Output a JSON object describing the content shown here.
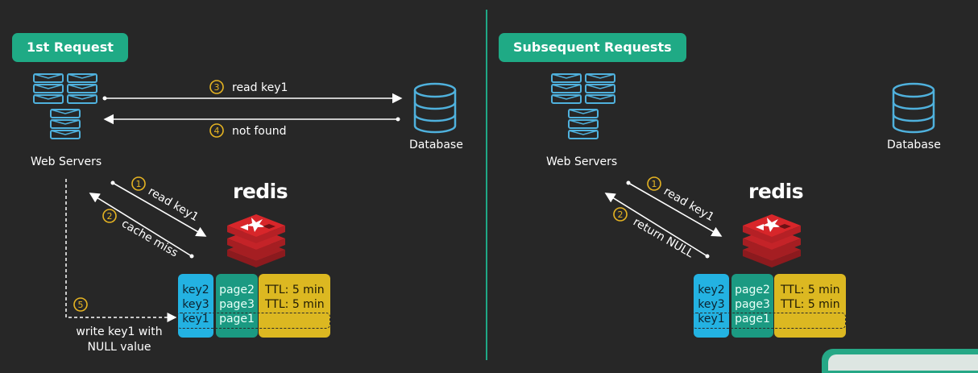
{
  "left": {
    "title": "1st Request",
    "web_servers": "Web Servers",
    "database": "Database",
    "redis": "redis",
    "steps": [
      {
        "num": "3",
        "label": "read key1"
      },
      {
        "num": "4",
        "label": "not found"
      },
      {
        "num": "1",
        "label": "read key1"
      },
      {
        "num": "2",
        "label": "cache miss"
      },
      {
        "num": "5",
        "label": "write key1 with NULL value"
      }
    ],
    "write_label_line1": "write key1 with",
    "write_label_line2": "NULL value",
    "cache": {
      "keys": [
        "key2",
        "key3",
        "key1"
      ],
      "pages": [
        "page2",
        "page3",
        "page1"
      ],
      "ttls": [
        "TTL: 5 min",
        "TTL: 5 min"
      ]
    }
  },
  "right": {
    "title": "Subsequent Requests",
    "web_servers": "Web Servers",
    "database": "Database",
    "redis": "redis",
    "steps": [
      {
        "num": "1",
        "label": "read key1"
      },
      {
        "num": "2",
        "label": "return NULL"
      }
    ],
    "cache": {
      "keys": [
        "key2",
        "key3",
        "key1"
      ],
      "pages": [
        "page2",
        "page3",
        "page1"
      ],
      "ttls": [
        "TTL: 5 min",
        "TTL: 5 min"
      ]
    }
  },
  "colors": {
    "accent": "#1faa85",
    "key_column": "#23b2e2",
    "page_column": "#1b9a82",
    "ttl_column": "#dcb821",
    "step_number": "#e6b422",
    "icon_blue": "#4fb1dd",
    "redis_red": "#d8262a"
  }
}
